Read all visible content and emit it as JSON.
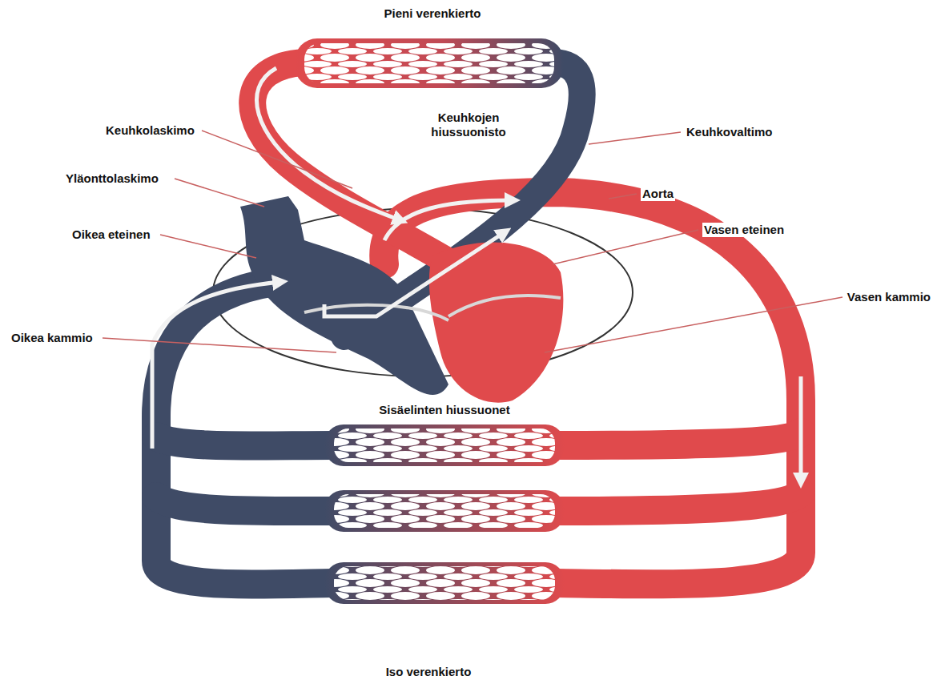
{
  "diagram": {
    "labels": [
      "Pieni verenkierto",
      "Keuhkolaskimo",
      "Keuhkojen hiussuonisto",
      "Keuhkovaltimo",
      "Yläonttolaskimo",
      "Aorta",
      "Oikea eteinen",
      "Vasen eteinen",
      "Vasen kammio",
      "Oikea kammio",
      "Sisäelinten hiussuonet",
      "Iso verenkierto"
    ]
  }
}
